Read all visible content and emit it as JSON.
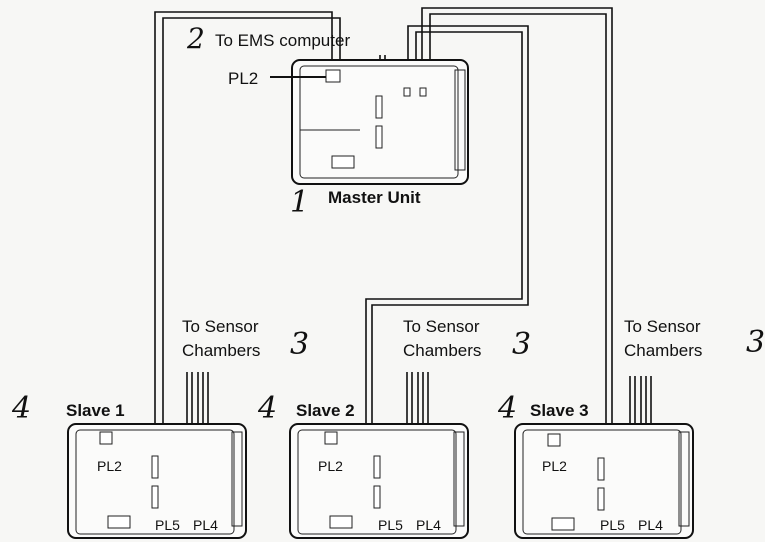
{
  "master": {
    "label": "Master Unit",
    "number": "1",
    "pl2": "PL2",
    "ems_label": "To EMS computer",
    "ems_number": "2"
  },
  "slaves": [
    {
      "label": "Slave 1",
      "number": "4",
      "pl2": "PL2",
      "pl5": "PL5",
      "pl4": "PL4",
      "sensor_line1": "To Sensor",
      "sensor_line2": "Chambers",
      "sensor_number": "3"
    },
    {
      "label": "Slave 2",
      "number": "4",
      "pl2": "PL2",
      "pl5": "PL5",
      "pl4": "PL4",
      "sensor_line1": "To Sensor",
      "sensor_line2": "Chambers",
      "sensor_number": "3"
    },
    {
      "label": "Slave 3",
      "number": "4",
      "pl2": "PL2",
      "pl5": "PL5",
      "pl4": "PL4",
      "sensor_line1": "To Sensor",
      "sensor_line2": "Chambers",
      "sensor_number": "3"
    }
  ]
}
